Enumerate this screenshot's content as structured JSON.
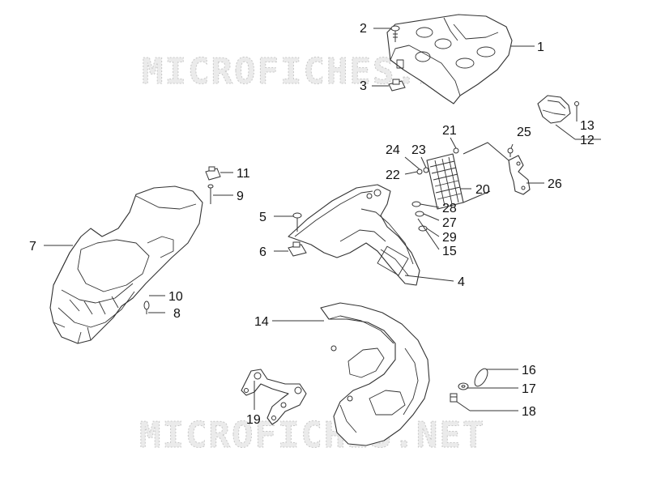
{
  "watermark": {
    "text": "MICROFICHES.NET",
    "color": "#c8c8c8"
  },
  "callouts": [
    {
      "id": "c1",
      "label": "1"
    },
    {
      "id": "c2",
      "label": "2"
    },
    {
      "id": "c3",
      "label": "3"
    },
    {
      "id": "c4",
      "label": "4"
    },
    {
      "id": "c5",
      "label": "5"
    },
    {
      "id": "c6",
      "label": "6"
    },
    {
      "id": "c7",
      "label": "7"
    },
    {
      "id": "c8",
      "label": "8"
    },
    {
      "id": "c9",
      "label": "9"
    },
    {
      "id": "c10",
      "label": "10"
    },
    {
      "id": "c11",
      "label": "11"
    },
    {
      "id": "c12",
      "label": "12"
    },
    {
      "id": "c13",
      "label": "13"
    },
    {
      "id": "c14",
      "label": "14"
    },
    {
      "id": "c15",
      "label": "15"
    },
    {
      "id": "c16",
      "label": "16"
    },
    {
      "id": "c17",
      "label": "17"
    },
    {
      "id": "c18",
      "label": "18"
    },
    {
      "id": "c19",
      "label": "19"
    },
    {
      "id": "c20",
      "label": "20"
    },
    {
      "id": "c21",
      "label": "21"
    },
    {
      "id": "c22",
      "label": "22"
    },
    {
      "id": "c23",
      "label": "23"
    },
    {
      "id": "c24",
      "label": "24"
    },
    {
      "id": "c25",
      "label": "25"
    },
    {
      "id": "c26",
      "label": "26"
    },
    {
      "id": "c27",
      "label": "27"
    },
    {
      "id": "c28",
      "label": "28"
    },
    {
      "id": "c29",
      "label": "29"
    }
  ]
}
